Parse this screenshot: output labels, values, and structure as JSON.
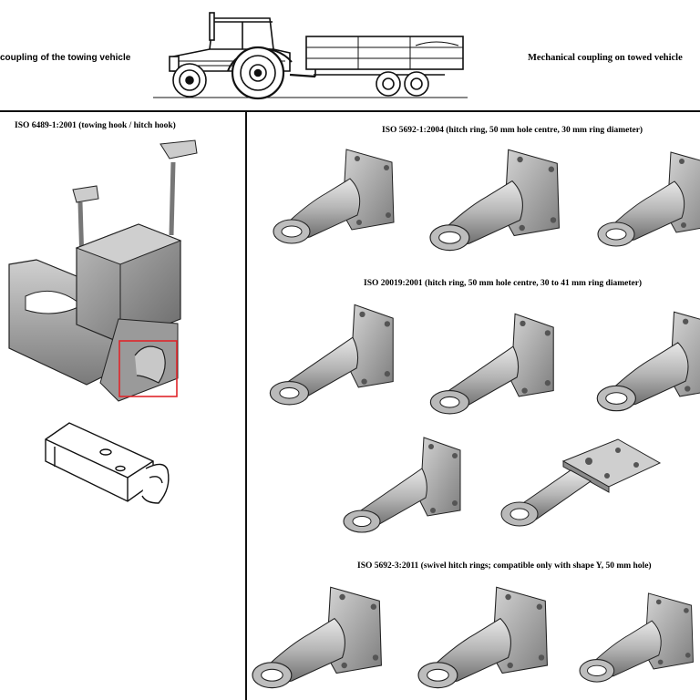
{
  "header": {
    "left_label": "coupling of the towing vehicle",
    "right_label": "Mechanical coupling on towed vehicle",
    "illustration_icon": "tractor-with-trailer-icon"
  },
  "left_panel": {
    "title": "ISO 6489-1:2001 (towing hook / hitch hook)",
    "hitch_icon": "tractor-hitch-assembly-icon",
    "highlight_color": "#e0262b",
    "hook_icon": "towing-hook-outline-icon"
  },
  "right_panel": {
    "sections": [
      {
        "title": "ISO 5692-1:2004 (hitch ring, 50 mm hole centre, 30 mm ring diameter)",
        "item_icon": "hitch-ring-icon"
      },
      {
        "title": "ISO 20019:2001 (hitch ring, 50 mm hole centre, 30 to 41 mm ring diameter)",
        "item_icon": "drawbar-eye-icon"
      },
      {
        "title": "ISO 5692-3:2011 (swivel hitch rings; compatible only with shape Y, 50 mm hole)",
        "item_icon": "swivel-hitch-ring-icon"
      }
    ]
  },
  "colors": {
    "line": "#111111",
    "metal_light": "#d9d9d9",
    "metal_mid": "#a8a8a8",
    "metal_dark": "#6e6e6e"
  }
}
